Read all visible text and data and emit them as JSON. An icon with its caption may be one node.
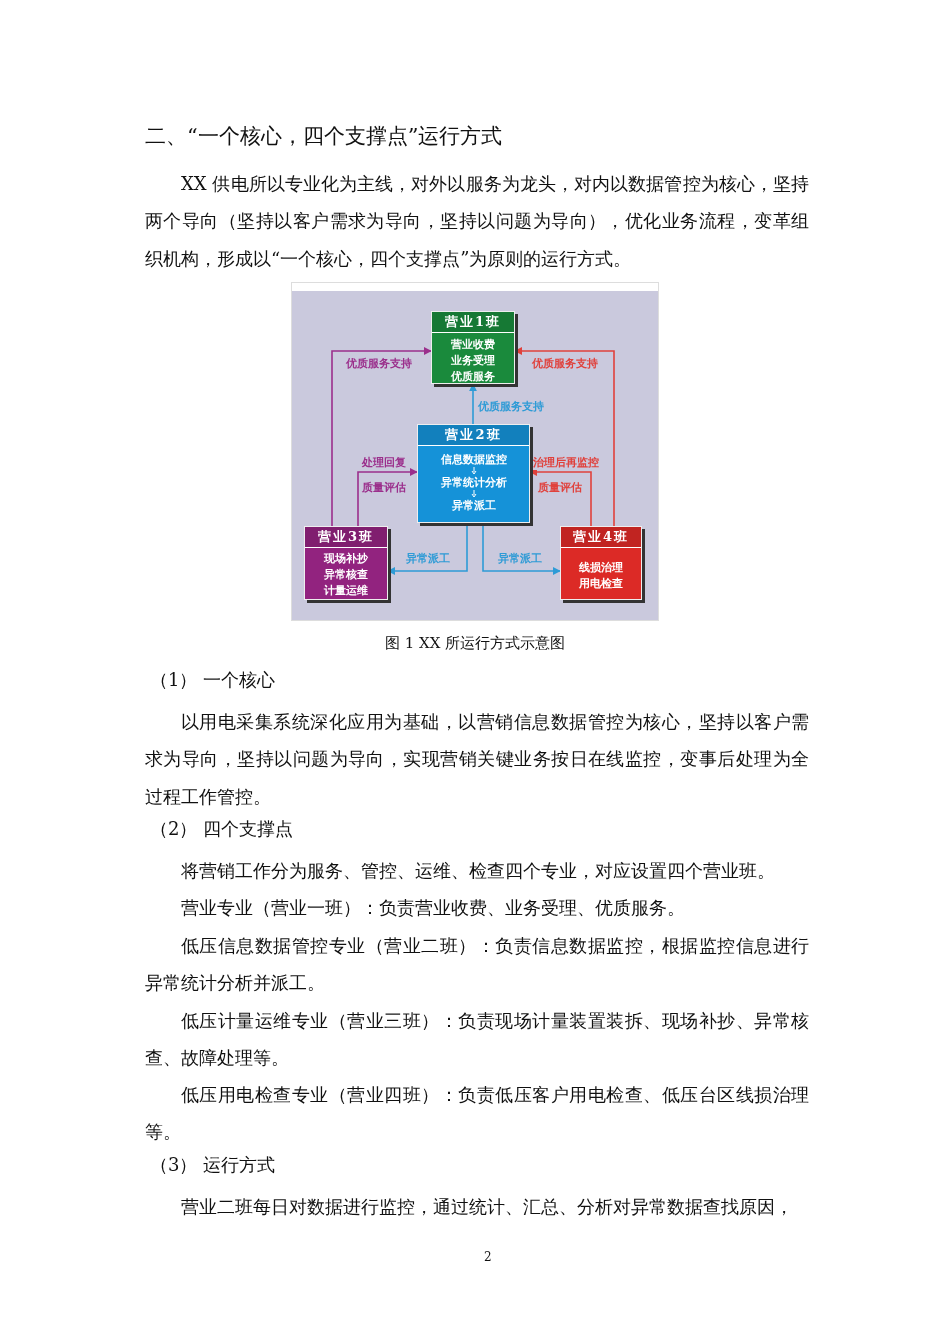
{
  "diagram": {
    "title": "二、“一个核心，四个支撑点”运行方式",
    "caption": "图 1 XX 所运行方式示意图",
    "nodes": [
      {
        "text": [
          "营业1班",
          "营业收费",
          "业务受理",
          "优质服务"
        ]
      },
      {
        "text": [
          "营业2班",
          "信息数据监控",
          "异常统计分析",
          "异常派工"
        ]
      },
      {
        "text": [
          "营业3班",
          "现场补抄",
          "异常核查",
          "计量运维"
        ]
      },
      {
        "text": [
          "营业4班",
          "线损治理",
          "用电检查"
        ]
      }
    ],
    "edges": [
      {
        "from": 2,
        "to": 0,
        "arrow": "to",
        "label": "优质服务支持",
        "color": "#9b2f8c"
      },
      {
        "from": 3,
        "to": 0,
        "arrow": "to",
        "label": "优质服务支持",
        "color": "#e0413c"
      },
      {
        "from": 1,
        "to": 0,
        "arrow": "to",
        "label": "优质服务支持",
        "color": "#2e9bd6"
      },
      {
        "from": 2,
        "to": 1,
        "arrow": "to",
        "label": "处理回复",
        "color": "#9b2f8c"
      },
      {
        "from": 3,
        "to": 1,
        "arrow": "to",
        "label": "治理后再监控",
        "color": "#e0413c"
      },
      {
        "from": 1,
        "to": 2,
        "arrow": "to",
        "label": "异常派工",
        "color": "#2e9bd6"
      },
      {
        "from": 1,
        "to": 3,
        "arrow": "to",
        "label": "异常派工",
        "color": "#2e9bd6"
      }
    ],
    "labels": [
      "XX 供电所以专业化为主线，对外以服务为龙头，对内以数据管控为核心，坚持两个导向（坚持以客户需求为导向，坚持以问题为导向），优化业务流程，变革组织机构，形成以“一个核心，四个支撑点”为原则的运行方式。",
      "质量评估",
      "质量评估",
      "（1） 一个核心",
      "以用电采集系统深化应用为基础，以营销信息数据管控为核心，坚持以客户需求为导向，坚持以问题为导向，实现营销关键业务按日在线监控，变事后处理为全过程工作管控。",
      "（2） 四个支撑点",
      "将营销工作分为服务、管控、运维、检查四个专业，对应设置四个营业班。",
      "营业专业（营业一班）：负责营业收费、业务受理、优质服务。",
      "低压信息数据管控专业（营业二班）：负责信息数据监控，根据监控信息进行异常统计分析并派工。",
      "低压计量运维专业（营业三班）：负责现场计量装置装拆、现场补抄、异常核查、故障处理等。",
      "低压用电检查专业（营业四班）：负责低压客户用电检查、低压台区线损治理等。",
      "（3） 运行方式",
      "营业二班每日对数据进行监控，通过统计、汇总、分析对异常数据查找原因，",
      "2"
    ]
  }
}
